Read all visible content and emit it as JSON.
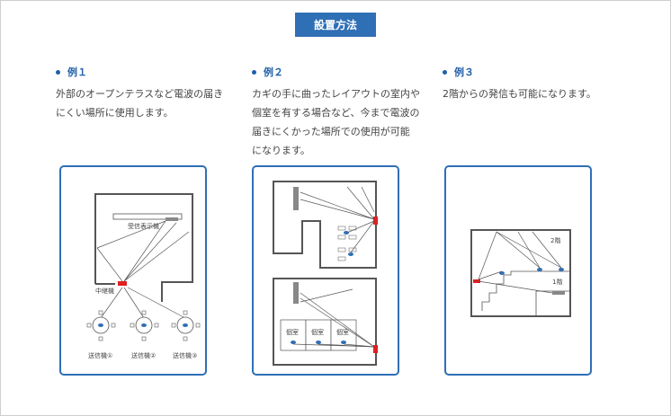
{
  "section_title": "設置方法",
  "examples": [
    {
      "heading": "例１",
      "description": "外部のオープンテラスなど電波の届き\nにくい場所に使用します。",
      "diagram_labels": {
        "receiver": "受信表示機",
        "relay": "中継機",
        "tx1": "送信機①",
        "tx2": "送信機②",
        "tx3": "送信機③"
      }
    },
    {
      "heading": "例２",
      "description": "カギの手に曲ったレイアウトの室内や\n個室を有する場合など、今まで電波の\n届きにくかった場所での使用が可能\nになります。",
      "diagram_labels": {
        "room1": "個室",
        "room2": "個室",
        "room3": "個室"
      }
    },
    {
      "heading": "例３",
      "description": "2階からの発信も可能になります。",
      "diagram_labels": {
        "floor2": "2階",
        "floor1": "1階"
      }
    }
  ],
  "colors": {
    "accent": "#2f6fb5",
    "relay": "#e02020",
    "line": "#555555"
  }
}
